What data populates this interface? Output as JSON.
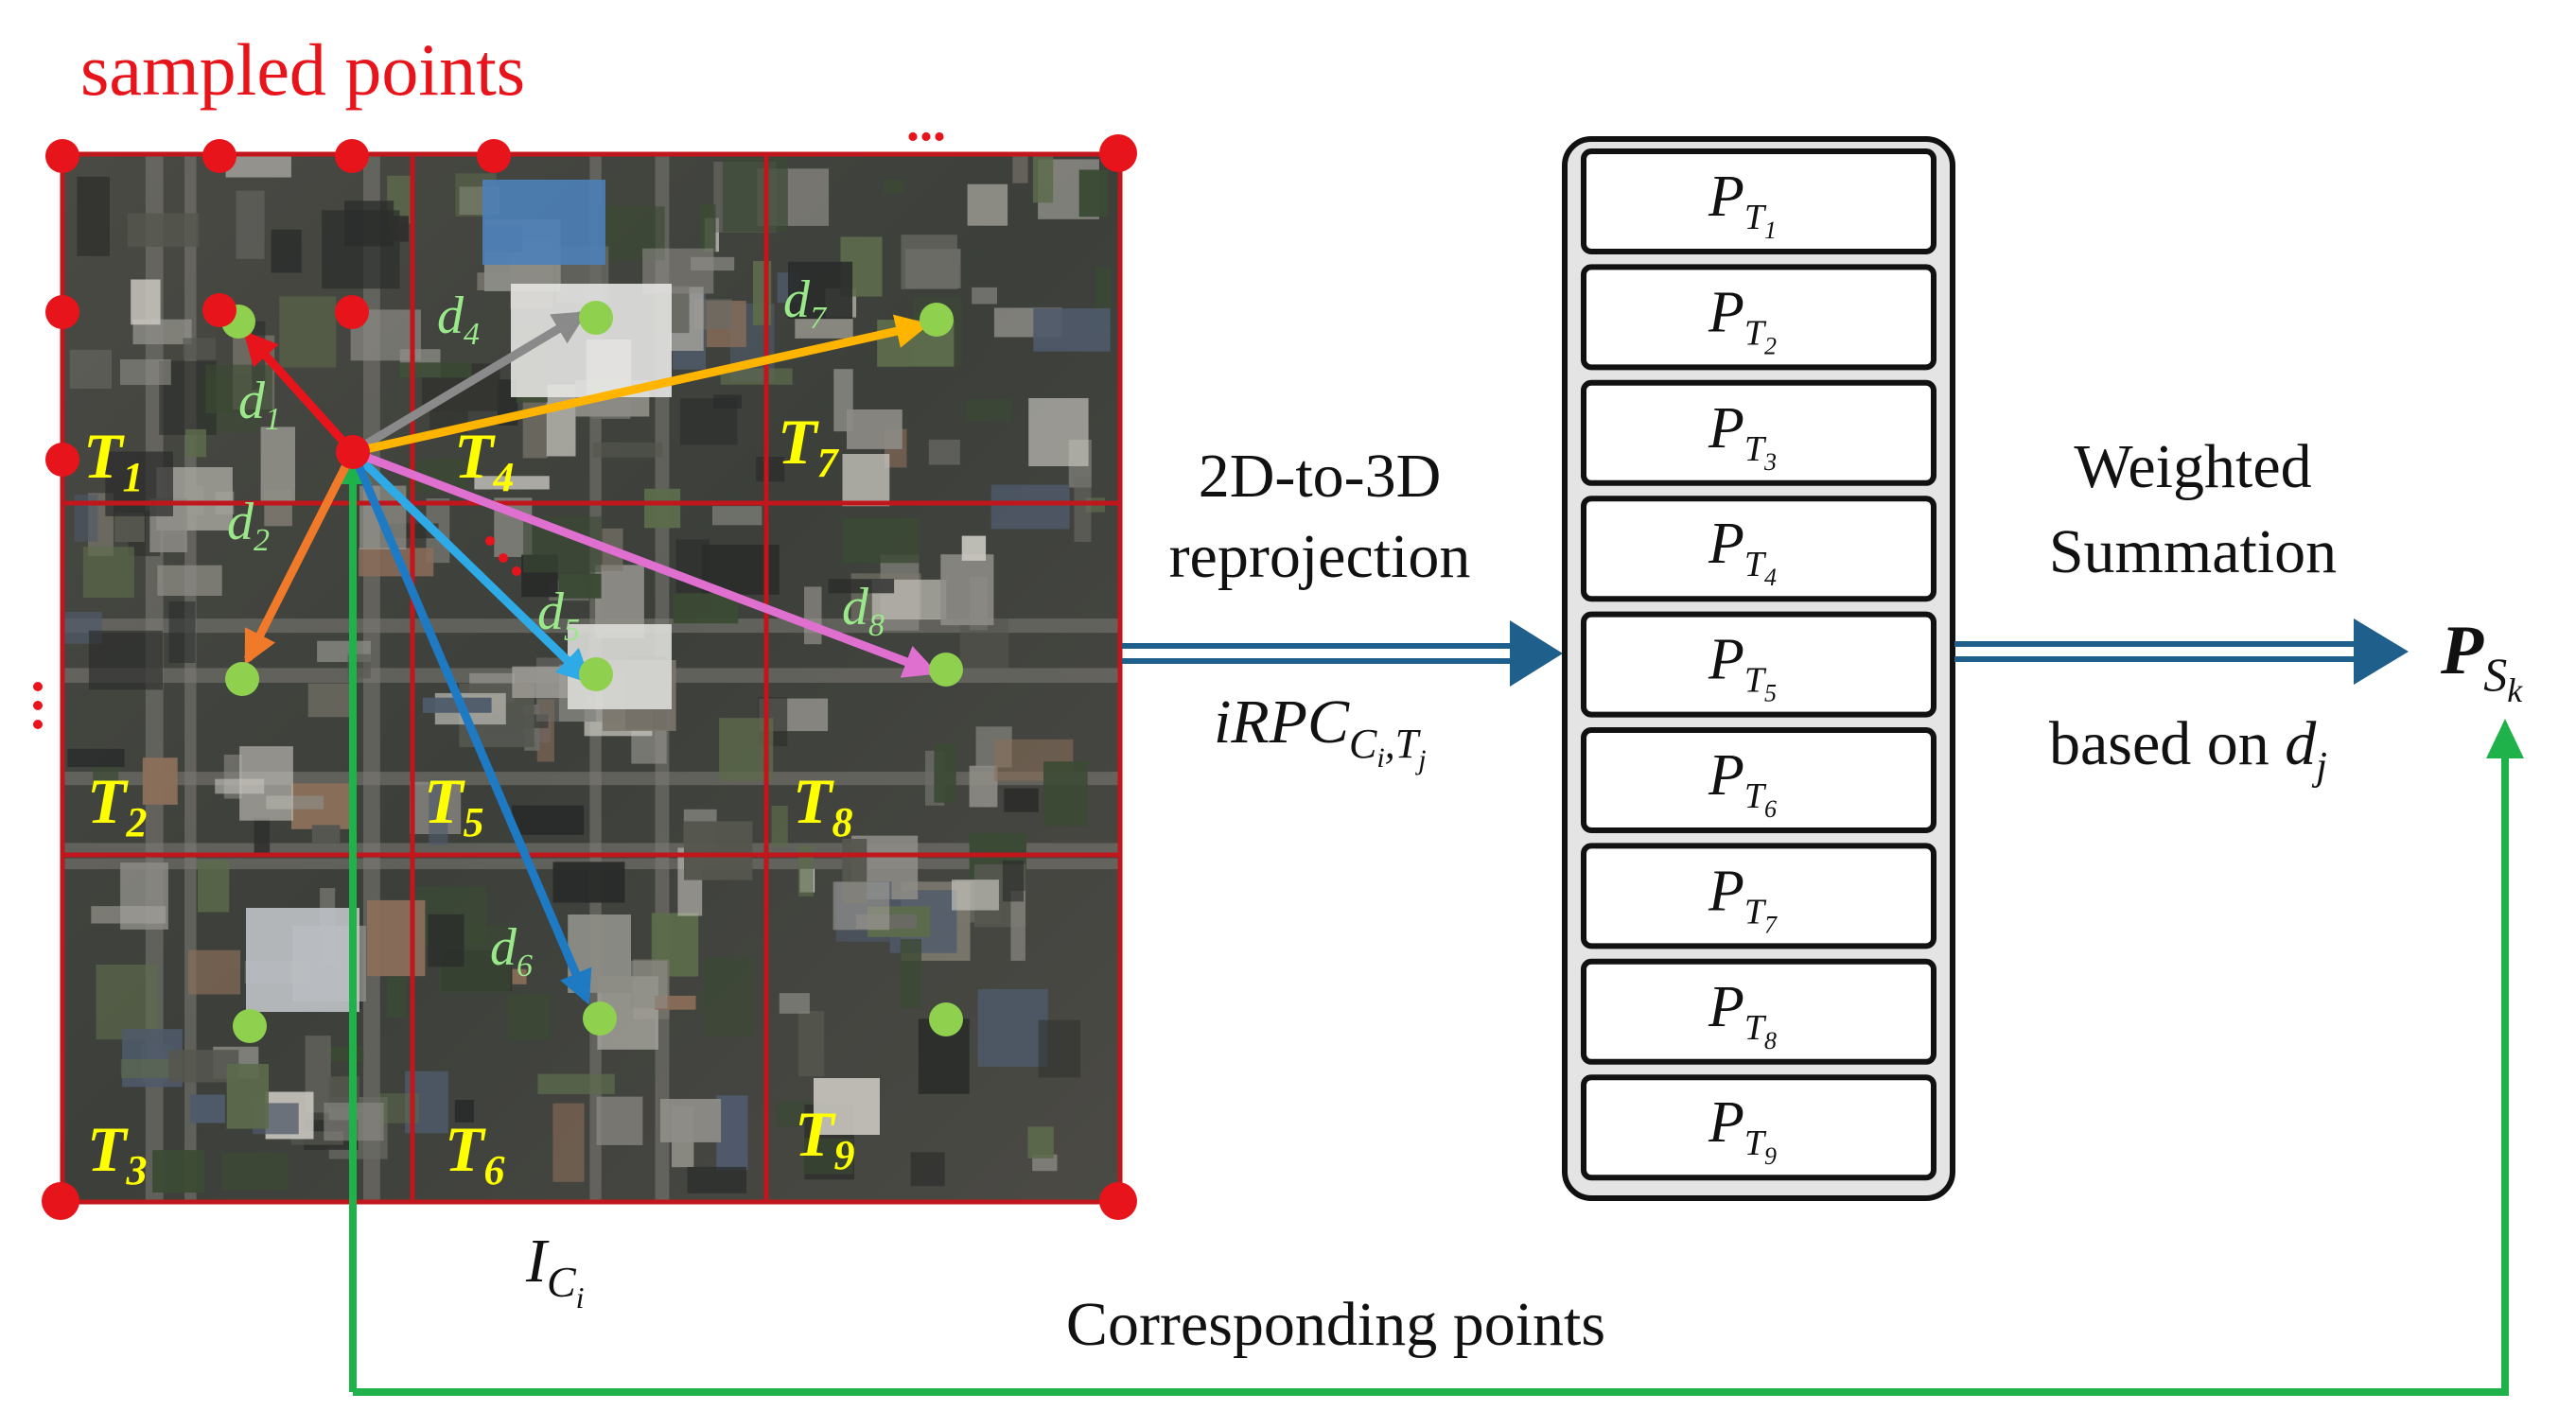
{
  "title": "sampled points",
  "ellipsis": "...",
  "image": {
    "label_main": "I",
    "label_sub": "C",
    "label_subsub": "i"
  },
  "tiles": [
    {
      "name": "T",
      "sub": "1"
    },
    {
      "name": "T",
      "sub": "2"
    },
    {
      "name": "T",
      "sub": "3"
    },
    {
      "name": "T",
      "sub": "4"
    },
    {
      "name": "T",
      "sub": "5"
    },
    {
      "name": "T",
      "sub": "6"
    },
    {
      "name": "T",
      "sub": "7"
    },
    {
      "name": "T",
      "sub": "8"
    },
    {
      "name": "T",
      "sub": "9"
    }
  ],
  "distances": [
    {
      "name": "d",
      "sub": "1",
      "color": "#e8141b"
    },
    {
      "name": "d",
      "sub": "2",
      "color": "#f07a2a"
    },
    {
      "name": "d",
      "sub": "4",
      "color": "#8a8a8a"
    },
    {
      "name": "d",
      "sub": "5",
      "color": "#2eaae6"
    },
    {
      "name": "d",
      "sub": "6",
      "color": "#1f7ac4"
    },
    {
      "name": "d",
      "sub": "7",
      "color": "#ffb400"
    },
    {
      "name": "d",
      "sub": "8",
      "color": "#e070d0"
    }
  ],
  "reprojection": {
    "line1": "2D-to-3D",
    "line2": "reprojection",
    "func_main": "iRPC",
    "func_sub": "C",
    "func_subsub_i": "i",
    "func_sep": ",",
    "func_sub2": "T",
    "func_subsub_j": "j"
  },
  "stack": [
    {
      "p": "P",
      "t": "T",
      "n": "1"
    },
    {
      "p": "P",
      "t": "T",
      "n": "2"
    },
    {
      "p": "P",
      "t": "T",
      "n": "3"
    },
    {
      "p": "P",
      "t": "T",
      "n": "4"
    },
    {
      "p": "P",
      "t": "T",
      "n": "5"
    },
    {
      "p": "P",
      "t": "T",
      "n": "6"
    },
    {
      "p": "P",
      "t": "T",
      "n": "7"
    },
    {
      "p": "P",
      "t": "T",
      "n": "8"
    },
    {
      "p": "P",
      "t": "T",
      "n": "9"
    }
  ],
  "summation": {
    "line1": "Weighted",
    "line2": "Summation",
    "based_on": "based on ",
    "d": "d",
    "j": "j"
  },
  "output": {
    "p": "P",
    "s": "S",
    "k": "k"
  },
  "corresponding": "Corresponding points",
  "colors": {
    "red": "#e8141b",
    "green_point": "#8fd14f",
    "green_line": "#1fb24a",
    "arrow_blue": "#1f5f8b",
    "grid": "#c0161c",
    "tile_label": "#ffff00"
  }
}
